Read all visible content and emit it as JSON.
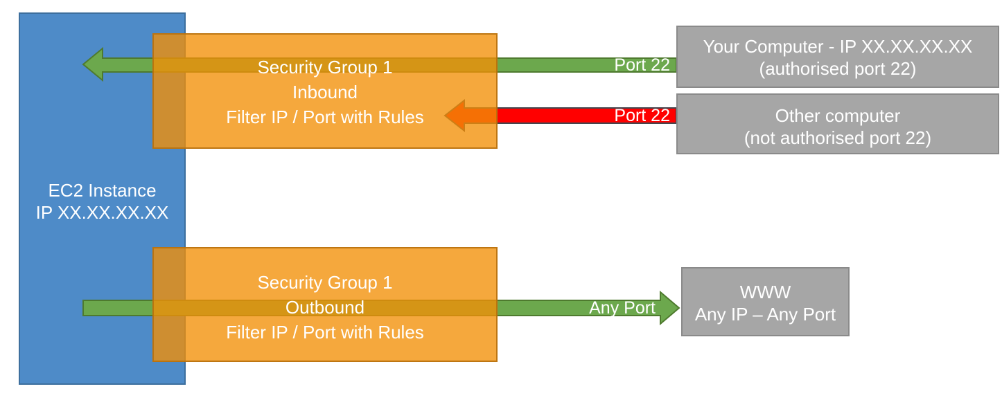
{
  "ec2_instance": {
    "line1": "EC2 Instance",
    "line2": "IP XX.XX.XX.XX"
  },
  "security_group_inbound": {
    "line1": "Security Group 1",
    "line2": "Inbound",
    "line3": "Filter IP / Port with Rules"
  },
  "security_group_outbound": {
    "line1": "Security Group 1",
    "line2": "Outbound",
    "line3": "Filter IP / Port with Rules"
  },
  "your_computer": {
    "line1": "Your Computer - IP XX.XX.XX.XX",
    "line2": "(authorised port 22)"
  },
  "other_computer": {
    "line1": "Other computer",
    "line2": "(not authorised port 22)"
  },
  "www": {
    "line1": "WWW",
    "line2": "Any IP – Any Port"
  },
  "arrow_labels": {
    "inbound_allowed": "Port 22",
    "inbound_blocked": "Port 22",
    "outbound": "Any Port"
  },
  "colors": {
    "ec2_box_fill": "#4E8BC8",
    "ec2_box_border": "#3D6F9E",
    "security_group_fill": "#F28F06",
    "security_group_border": "#B8700D",
    "allowed_arrow_fill": "#6CA84D",
    "allowed_arrow_border": "#4E7A2E",
    "blocked_arrow_fill": "#FF0000",
    "blocked_arrow_border": "#44464E",
    "endpoint_box_fill": "#A6A6A6",
    "endpoint_box_border": "#8A8A8A",
    "label_text": "#FFFFFF"
  }
}
